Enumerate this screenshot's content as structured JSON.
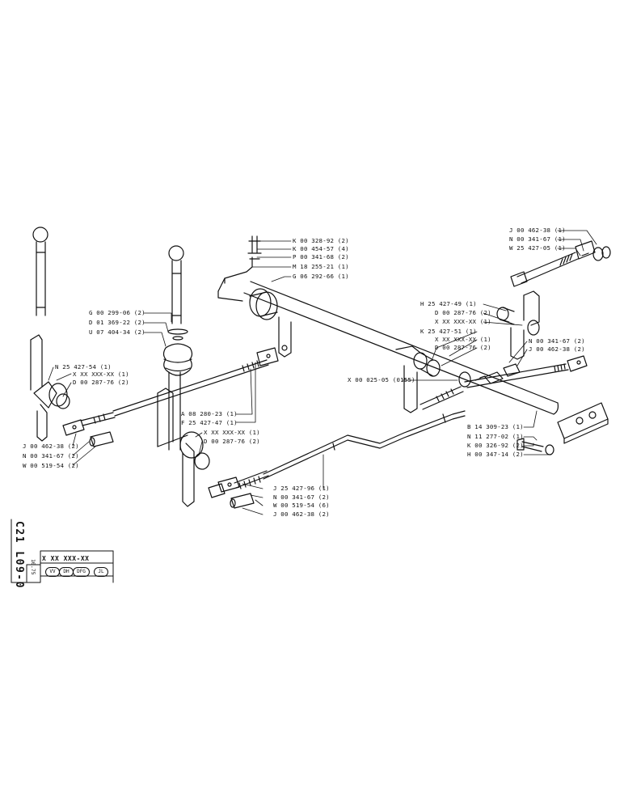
{
  "sheet": {
    "code": "C21 L09-0",
    "date": "10.75",
    "part_code": "X XX XXX-XX",
    "variants": [
      "VV",
      "DH",
      "DFG",
      "JL"
    ]
  },
  "callouts": [
    {
      "id": "k1",
      "text": "K 00 328-92 (2)"
    },
    {
      "id": "k2",
      "text": "K 00 454-57 (4)"
    },
    {
      "id": "p1",
      "text": "P 00 341-68 (2)"
    },
    {
      "id": "m1",
      "text": "M 18 255-21 (1)"
    },
    {
      "id": "g1",
      "text": "G 06 292-66 (1)"
    },
    {
      "id": "g2",
      "text": "G 00 299-06 (2)"
    },
    {
      "id": "d1",
      "text": "D 01 369-22 (2)"
    },
    {
      "id": "u1",
      "text": "U 07 404-34 (2)"
    },
    {
      "id": "n1",
      "text": "N 25 427-54 (1)"
    },
    {
      "id": "x1",
      "text": "X XX XXX-XX (1)"
    },
    {
      "id": "d2",
      "text": "D 00 287-76 (2)"
    },
    {
      "id": "j1",
      "text": "J 00 462-38 (2)"
    },
    {
      "id": "n2",
      "text": "N 00 341-67 (2)"
    },
    {
      "id": "w1",
      "text": "W 00 519-54 (2)"
    },
    {
      "id": "a1",
      "text": "A 08 280-23 (1)"
    },
    {
      "id": "f1",
      "text": "F 25 427-47 (1)"
    },
    {
      "id": "x2",
      "text": "X XX XXX-XX (1)"
    },
    {
      "id": "d3",
      "text": "D 00 287-76 (2)"
    },
    {
      "id": "j2",
      "text": "J 00 462-38 (1)"
    },
    {
      "id": "n3",
      "text": "N 00 341-67 (1)"
    },
    {
      "id": "w2",
      "text": "W 25 427-05 (1)"
    },
    {
      "id": "h1",
      "text": "H 25 427-49 (1)"
    },
    {
      "id": "d4",
      "text": "D 00 287-76 (2)"
    },
    {
      "id": "x3",
      "text": "X XX XXX-XX (1)"
    },
    {
      "id": "k3",
      "text": "K 25 427-51 (1)"
    },
    {
      "id": "x4",
      "text": "X XX XXX-XX (1)"
    },
    {
      "id": "d5",
      "text": "D 00 287-76 (2)"
    },
    {
      "id": "n4",
      "text": "N 00 341-67 (2)"
    },
    {
      "id": "j3",
      "text": "J 00 462-38 (2)"
    },
    {
      "id": "x5",
      "text": "X 00 025-05 (0155)"
    },
    {
      "id": "b1",
      "text": "B 14 309-23 (1)"
    },
    {
      "id": "n5",
      "text": "N 11 277-02 (1)"
    },
    {
      "id": "k4",
      "text": "K 00 326-92 (2)"
    },
    {
      "id": "h2",
      "text": "H 00 347-14 (2)"
    },
    {
      "id": "j4",
      "text": "J 25 427-96 (1)"
    },
    {
      "id": "n6",
      "text": "N 00 341-67 (2)"
    },
    {
      "id": "w3",
      "text": "W 00 519-54 (6)"
    },
    {
      "id": "j5",
      "text": "J 00 462-38 (2)"
    }
  ]
}
